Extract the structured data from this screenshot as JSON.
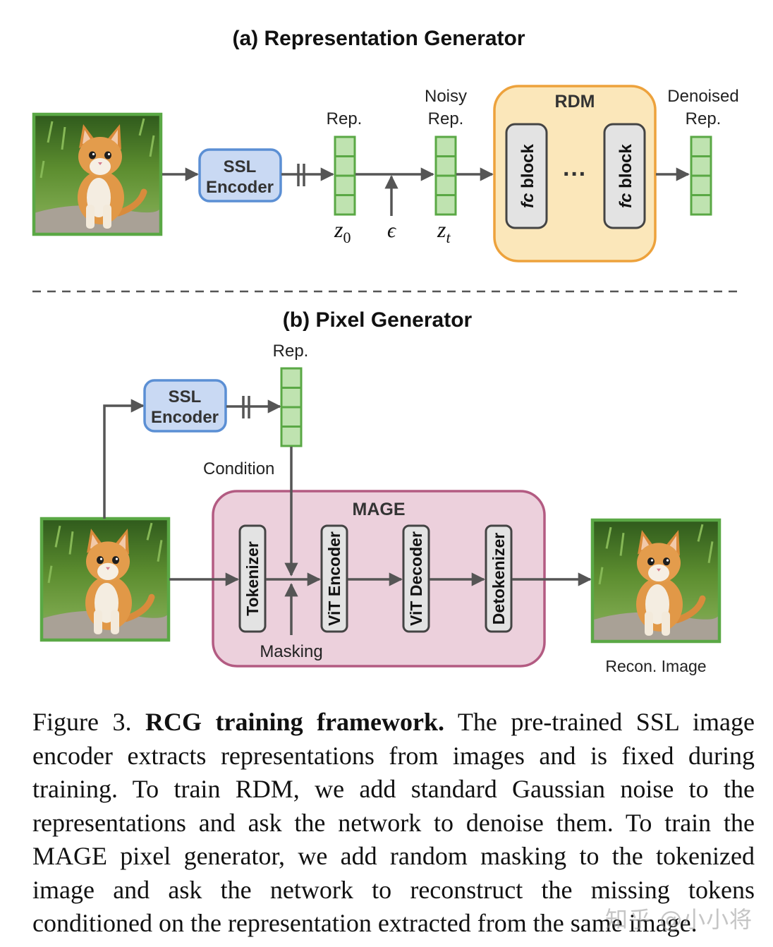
{
  "panel_a": {
    "title": "(a) Representation Generator",
    "ssl_encoder": [
      "SSL",
      "Encoder"
    ],
    "rep_label": "Rep.",
    "noisy_rep_label": [
      "Noisy",
      "Rep."
    ],
    "denoised_rep_label": [
      "Denoised",
      "Rep."
    ],
    "rdm_title": "RDM",
    "fc_block_label": [
      "fc",
      " block"
    ],
    "ellipsis": "···",
    "z0": {
      "base": "z",
      "sub": "0"
    },
    "epsilon": "ϵ",
    "zt": {
      "base": "z",
      "sub": "t"
    }
  },
  "panel_b": {
    "title": "(b) Pixel Generator",
    "ssl_encoder": [
      "SSL",
      "Encoder"
    ],
    "rep_label": "Rep.",
    "condition_label": "Condition",
    "mage_title": "MAGE",
    "modules": [
      "Tokenizer",
      "ViT Encoder",
      "ViT Decoder",
      "Detokenizer"
    ],
    "masking_label": "Masking",
    "recon_label": "Recon. Image"
  },
  "caption": {
    "prefix": "Figure 3. ",
    "bold": "RCG training framework.",
    "text": " The pre-trained SSL image encoder extracts representations from images and is fixed during training. To train RDM, we add standard Gaussian noise to the representations and ask the network to denoise them. To train the MAGE pixel generator, we add random masking to the tokenized image and ask the network to reconstruct the missing tokens conditioned on the representation extracted from the same image."
  },
  "watermark": "知乎 @小小将",
  "colors": {
    "frame_green": "#5aa845",
    "cell_green": "#bfe3b0",
    "ssl_fill": "#c9d9f3",
    "ssl_stroke": "#5b8fd4",
    "rdm_fill": "#fbe7ba",
    "rdm_stroke": "#eda23c",
    "mage_fill": "#ecd0dc",
    "mage_stroke": "#b35b82",
    "block_fill": "#e3e3e3",
    "arrow": "#555555"
  }
}
